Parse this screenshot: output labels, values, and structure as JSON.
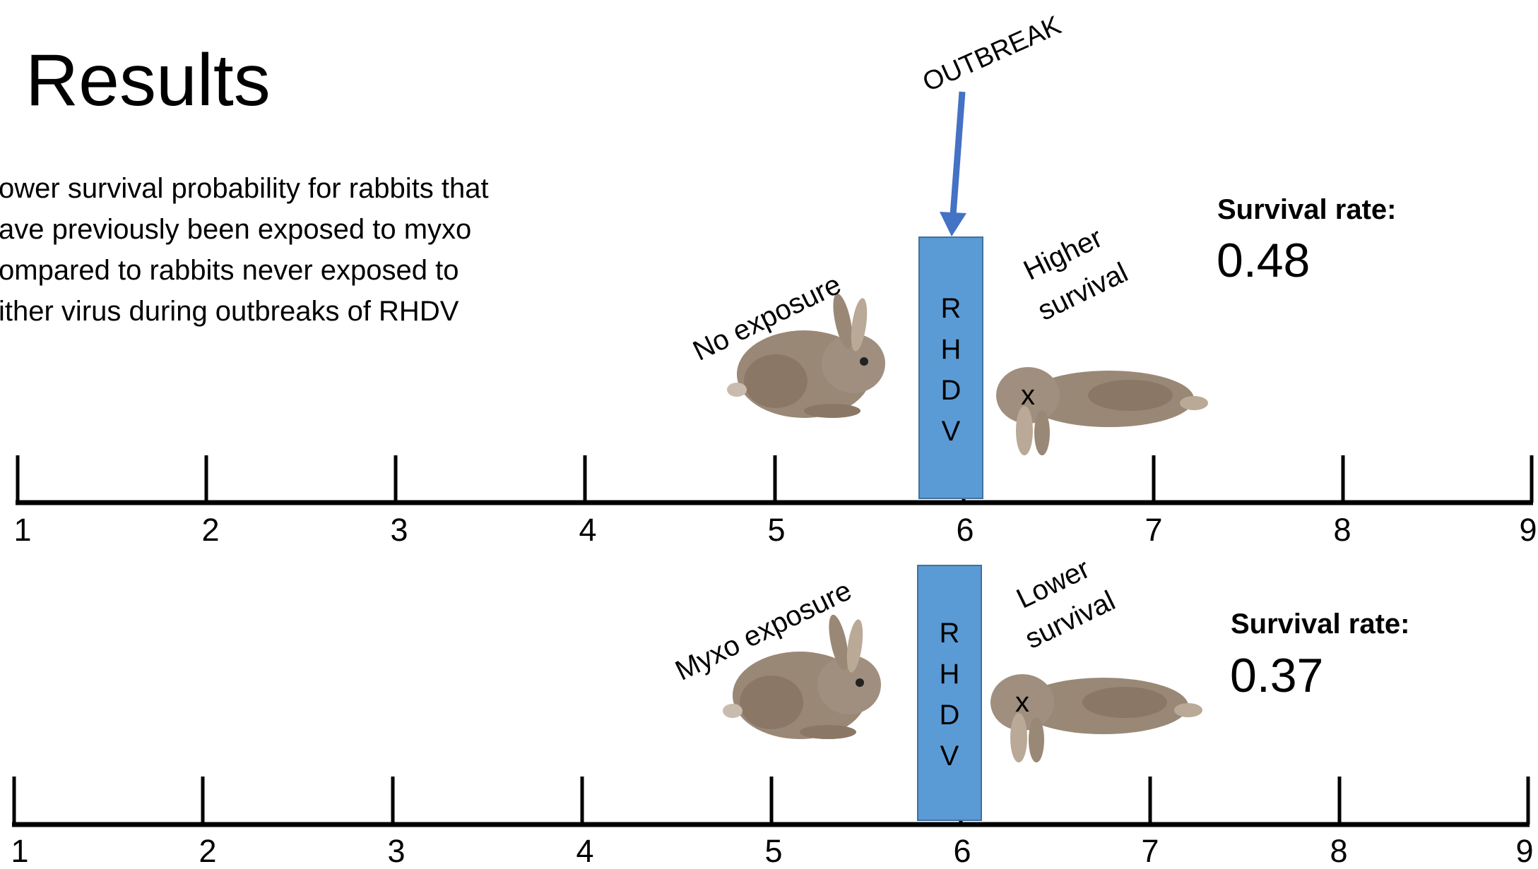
{
  "title": "Results",
  "summary": [
    "ower survival probability for rabbits that",
    "ave previously been exposed to myxo",
    "ompared to rabbits never exposed to",
    "ither virus during outbreaks of RHDV"
  ],
  "outbreak_label": "OUTBREAK",
  "box_letters": [
    "R",
    "H",
    "D",
    "V"
  ],
  "timelines": [
    {
      "ticks": [
        "1",
        "2",
        "3",
        "4",
        "5",
        "6",
        "7",
        "8",
        "9"
      ],
      "group_label": "No exposure",
      "outcome_line1": "Higher",
      "outcome_line2": "survival",
      "rate_label": "Survival rate:",
      "rate_value": "0.48"
    },
    {
      "ticks": [
        "1",
        "2",
        "3",
        "4",
        "5",
        "6",
        "7",
        "8",
        "9"
      ],
      "group_label": "Myxo exposure",
      "outcome_line1": "Lower",
      "outcome_line2": "survival",
      "rate_label": "Survival rate:",
      "rate_value": "0.37"
    }
  ],
  "colors": {
    "box_fill": "#5b9bd5",
    "arrow": "#4472c4",
    "rabbit": "#9a8877"
  },
  "icons": [
    "rabbit-alive-icon",
    "rabbit-dead-icon",
    "down-arrow-icon"
  ]
}
